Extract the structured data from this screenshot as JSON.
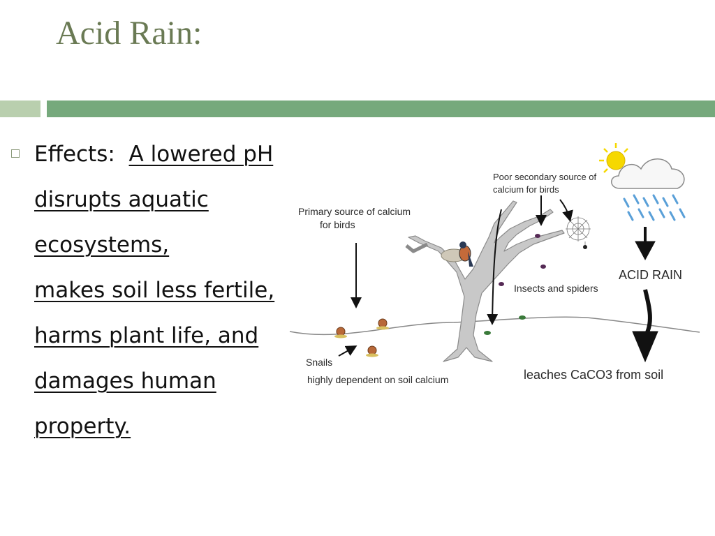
{
  "slide": {
    "title": "Acid Rain:",
    "bullet": {
      "prefix": "Effects:",
      "lines": [
        "A lowered pH",
        "disrupts aquatic",
        "ecosystems,",
        "makes soil less fertile,",
        "harms plant life, and",
        "damages  human",
        "property."
      ]
    }
  },
  "diagram": {
    "labels": {
      "primary_source": [
        "Primary source of calcium",
        "for birds"
      ],
      "secondary_source": [
        "Poor secondary source of",
        "calcium for birds"
      ],
      "insects": "Insects and spiders",
      "acid_rain": "ACID RAIN",
      "leaches": "leaches CaCO3 from soil",
      "snails": "Snails",
      "snails_dependency": "highly dependent on soil calcium"
    }
  },
  "colors": {
    "title": "#6a7a54",
    "bar_light": "#b9cfae",
    "bar_main": "#76a97c",
    "rain": "#5aa0d8",
    "sun": "#f6d800"
  }
}
